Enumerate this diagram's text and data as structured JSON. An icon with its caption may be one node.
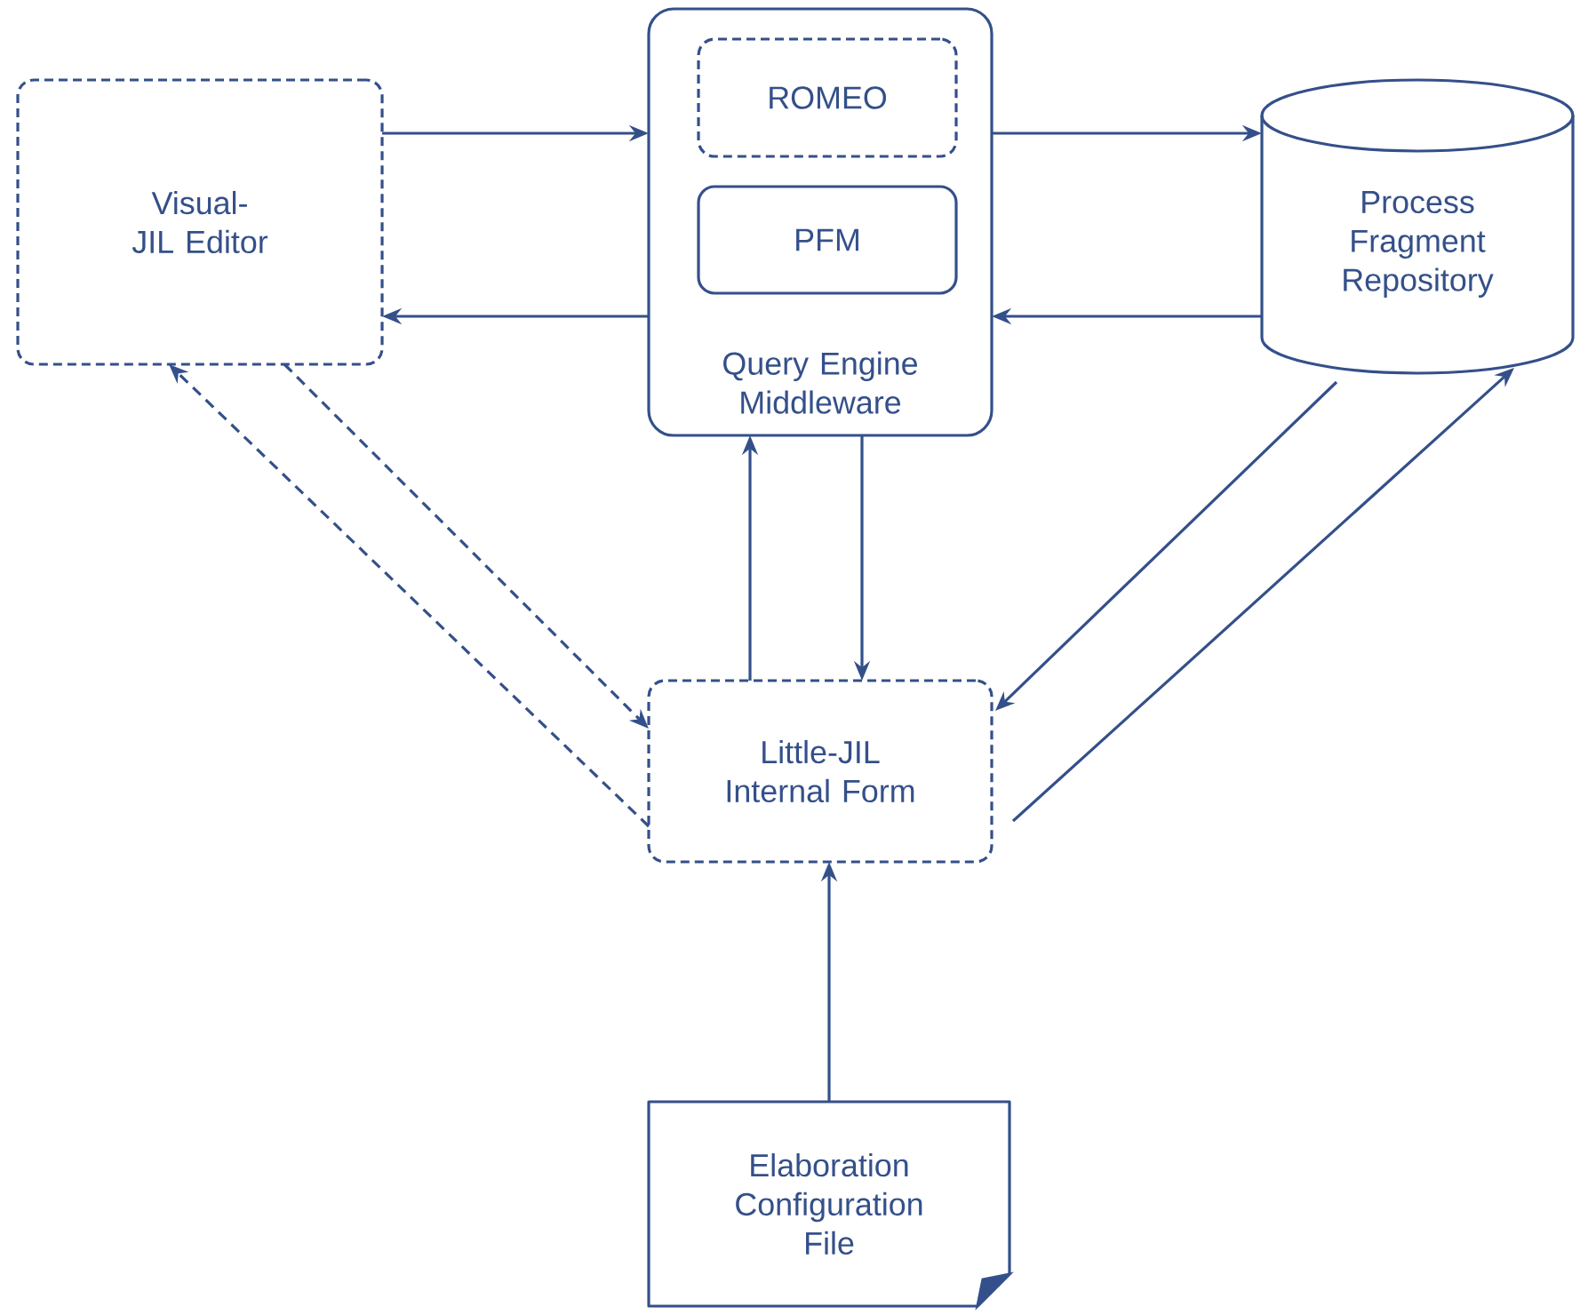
{
  "diagram": {
    "nodes": [
      {
        "text": [
          "Visual-JIL Editor"
        ]
      },
      {
        "text": [
          "Query Engine Middleware"
        ]
      },
      {
        "text": [
          "ROMEO"
        ],
        "in": 1
      },
      {
        "text": [
          "PFM"
        ],
        "in": 1
      },
      {
        "text": [
          "Process Fragment Repository"
        ]
      },
      {
        "text": [
          "Little-JIL Internal Form"
        ]
      },
      {
        "text": [
          "Elaboration Configuration File"
        ]
      }
    ],
    "edges": [
      {
        "from": 0,
        "to": 1,
        "arrow": "to"
      },
      {
        "from": 1,
        "to": 4,
        "arrow": "to"
      },
      {
        "from": 4,
        "to": 1,
        "arrow": "to"
      },
      {
        "from": 1,
        "to": 0,
        "arrow": "to"
      },
      {
        "from": 0,
        "to": 5,
        "arrow": "to",
        "style": "dashed"
      },
      {
        "from": 5,
        "to": 0,
        "arrow": "to",
        "style": "dashed"
      },
      {
        "from": 5,
        "to": 1,
        "arrow": "to"
      },
      {
        "from": 1,
        "to": 5,
        "arrow": "to"
      },
      {
        "from": 4,
        "to": 5,
        "arrow": "to"
      },
      {
        "from": 5,
        "to": 4,
        "arrow": "to"
      },
      {
        "from": 6,
        "to": 5,
        "arrow": "to"
      }
    ]
  }
}
